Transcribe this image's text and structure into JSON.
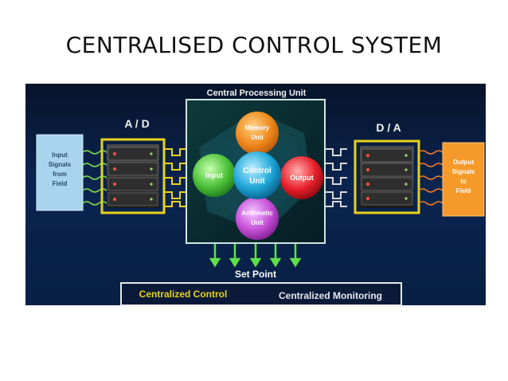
{
  "slide": {
    "title": "CENTRALISED CONTROL SYSTEM"
  },
  "diagram": {
    "cpu_title": "Central Processing Unit",
    "ad_label": "A / D",
    "da_label": "D / A",
    "input_box": [
      "Input",
      "Signals",
      "from",
      "Field"
    ],
    "output_box": [
      "Output",
      "Signals",
      "to",
      "Field"
    ],
    "memory": [
      "Memory",
      "Unit"
    ],
    "control": [
      "Control",
      "Unit"
    ],
    "arithmetic": [
      "Arithmetic",
      "Unit"
    ],
    "input_circle": "Input",
    "output_circle": "Output",
    "set_point": "Set Point",
    "centralized_control": "Centralized Control",
    "centralized_monitoring": "Centralized Monitoring",
    "colors": {
      "memory": "#f08a1c",
      "control": "#1ea6d8",
      "arithmetic": "#c64fd8",
      "input": "#4dc23a",
      "output": "#e8202a",
      "frame_yellow": "#e8d21a",
      "input_box": "#a9d4ee",
      "output_box": "#f59a2a"
    }
  }
}
